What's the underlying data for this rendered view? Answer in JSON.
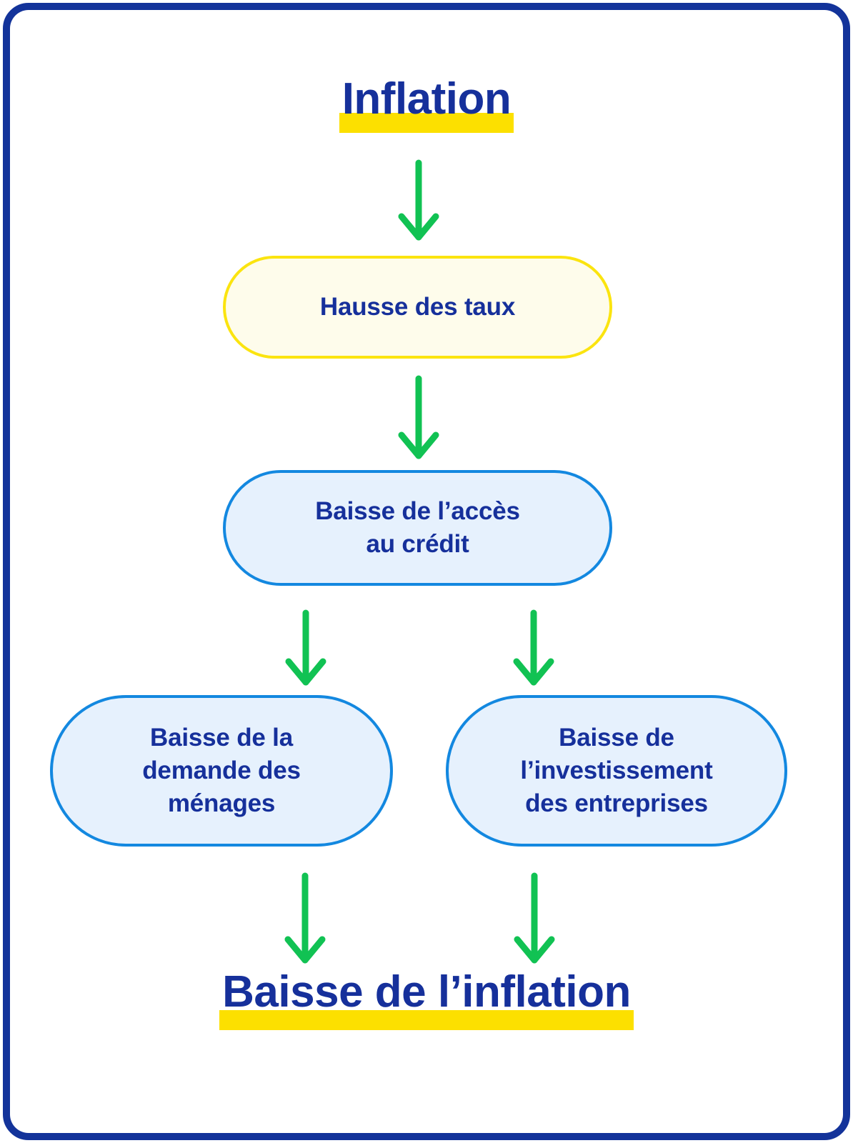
{
  "diagram": {
    "title_top": "Inflation",
    "title_bottom": "Baisse de l’inflation",
    "nodes": [
      {
        "id": "hausse-taux",
        "label": "Hausse des taux",
        "style": "yellow"
      },
      {
        "id": "acces-credit",
        "label": "Baisse de l’accès\nau crédit",
        "style": "blue"
      },
      {
        "id": "demande-menages",
        "label": "Baisse de la\ndemande des\nménages",
        "style": "blue"
      },
      {
        "id": "investissement-entreprises",
        "label": "Baisse de\nl’investissement\ndes entreprises",
        "style": "blue"
      }
    ],
    "edges": [
      {
        "from": "Inflation",
        "to": "Hausse des taux"
      },
      {
        "from": "Hausse des taux",
        "to": "Baisse de l’accès au crédit"
      },
      {
        "from": "Baisse de l’accès au crédit",
        "to": "Baisse de la demande des ménages"
      },
      {
        "from": "Baisse de l’accès au crédit",
        "to": "Baisse de l’investissement des entreprises"
      },
      {
        "from": "Baisse de la demande des ménages",
        "to": "Baisse de l’inflation"
      },
      {
        "from": "Baisse de l’investissement des entreprises",
        "to": "Baisse de l’inflation"
      }
    ],
    "colors": {
      "text_navy": "#16309B",
      "highlight_yellow": "#FCE000",
      "node_yellow_border": "#FBE40F",
      "node_yellow_fill": "#FEFCEB",
      "node_blue_border": "#1388E0",
      "node_blue_fill": "#E6F1FD",
      "arrow_green": "#11C253",
      "frame_blue": "#13339A",
      "background": "#FFFFFF"
    }
  }
}
